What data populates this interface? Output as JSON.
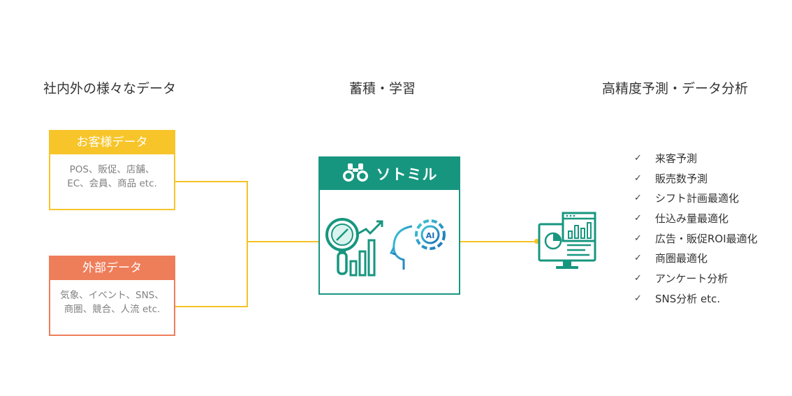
{
  "headings": {
    "left": "社内外の様々なデータ",
    "middle": "蓄積・学習",
    "right": "高精度予測・データ分析"
  },
  "sources": [
    {
      "title": "お客様データ",
      "lines": [
        "POS、販促、店舗、",
        "EC、会員、商品 etc."
      ],
      "color": "#f7c52a"
    },
    {
      "title": "外部データ",
      "lines": [
        "気象、イベント、SNS、",
        "商圏、競合、人流 etc."
      ],
      "color": "#ee7d5a"
    }
  ],
  "brand": {
    "name": "ソトミル",
    "color": "#17967f"
  },
  "connector_color": "#f5c225",
  "outputs": [
    "来客予測",
    "販売数予測",
    "シフト計画最適化",
    "仕込み量最適化",
    "広告・販促ROI最適化",
    "商圏最適化",
    "アンケート分析",
    "SNS分析 etc."
  ],
  "icons": {
    "brand_logo": "binoculars-icon",
    "analysis": "magnifier-growth-chart-icon",
    "ai": "ai-head-gear-icon",
    "dashboard": "monitor-dashboard-icon",
    "check": "check-icon"
  }
}
